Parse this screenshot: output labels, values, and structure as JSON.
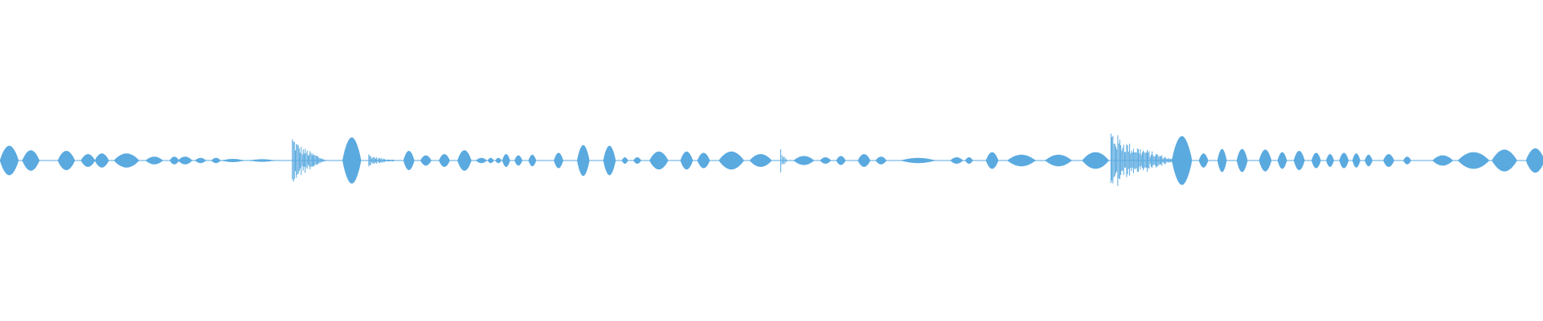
{
  "waveform": {
    "color": "#5aaae0",
    "background": "#ffffff",
    "amplitude_scale": "relative 0-1",
    "segments": [
      {
        "kind": "blob",
        "center": 0.006,
        "width": 0.012,
        "amp": 0.23
      },
      {
        "kind": "blob",
        "center": 0.02,
        "width": 0.011,
        "amp": 0.16
      },
      {
        "kind": "blob",
        "center": 0.043,
        "width": 0.011,
        "amp": 0.15
      },
      {
        "kind": "blob",
        "center": 0.057,
        "width": 0.009,
        "amp": 0.1
      },
      {
        "kind": "blob",
        "center": 0.066,
        "width": 0.009,
        "amp": 0.11
      },
      {
        "kind": "blob",
        "center": 0.082,
        "width": 0.016,
        "amp": 0.11
      },
      {
        "kind": "blob",
        "center": 0.1,
        "width": 0.011,
        "amp": 0.06
      },
      {
        "kind": "blob",
        "center": 0.113,
        "width": 0.006,
        "amp": 0.06
      },
      {
        "kind": "blob",
        "center": 0.12,
        "width": 0.009,
        "amp": 0.06
      },
      {
        "kind": "blob",
        "center": 0.13,
        "width": 0.007,
        "amp": 0.04
      },
      {
        "kind": "blob",
        "center": 0.14,
        "width": 0.006,
        "amp": 0.04
      },
      {
        "kind": "blob",
        "center": 0.151,
        "width": 0.014,
        "amp": 0.025
      },
      {
        "kind": "blob",
        "center": 0.17,
        "width": 0.016,
        "amp": 0.02
      },
      {
        "kind": "burst",
        "center": 0.2,
        "width": 0.021,
        "amp": 0.5
      },
      {
        "kind": "blob",
        "center": 0.228,
        "width": 0.012,
        "amp": 0.36
      },
      {
        "kind": "burst",
        "center": 0.247,
        "width": 0.016,
        "amp": 0.13
      },
      {
        "kind": "blob",
        "center": 0.265,
        "width": 0.007,
        "amp": 0.15
      },
      {
        "kind": "blob",
        "center": 0.276,
        "width": 0.007,
        "amp": 0.08
      },
      {
        "kind": "blob",
        "center": 0.288,
        "width": 0.007,
        "amp": 0.1
      },
      {
        "kind": "blob",
        "center": 0.301,
        "width": 0.009,
        "amp": 0.16
      },
      {
        "kind": "blob",
        "center": 0.312,
        "width": 0.007,
        "amp": 0.04
      },
      {
        "kind": "blob",
        "center": 0.318,
        "width": 0.004,
        "amp": 0.04
      },
      {
        "kind": "blob",
        "center": 0.323,
        "width": 0.004,
        "amp": 0.04
      },
      {
        "kind": "blob",
        "center": 0.328,
        "width": 0.005,
        "amp": 0.1
      },
      {
        "kind": "blob",
        "center": 0.336,
        "width": 0.005,
        "amp": 0.08
      },
      {
        "kind": "blob",
        "center": 0.345,
        "width": 0.005,
        "amp": 0.09
      },
      {
        "kind": "blob",
        "center": 0.362,
        "width": 0.006,
        "amp": 0.12
      },
      {
        "kind": "blob",
        "center": 0.378,
        "width": 0.008,
        "amp": 0.24
      },
      {
        "kind": "blob",
        "center": 0.395,
        "width": 0.008,
        "amp": 0.23
      },
      {
        "kind": "blob",
        "center": 0.405,
        "width": 0.004,
        "amp": 0.05
      },
      {
        "kind": "blob",
        "center": 0.413,
        "width": 0.005,
        "amp": 0.05
      },
      {
        "kind": "blob",
        "center": 0.427,
        "width": 0.012,
        "amp": 0.14
      },
      {
        "kind": "blob",
        "center": 0.445,
        "width": 0.008,
        "amp": 0.14
      },
      {
        "kind": "blob",
        "center": 0.456,
        "width": 0.008,
        "amp": 0.12
      },
      {
        "kind": "blob",
        "center": 0.474,
        "width": 0.016,
        "amp": 0.14
      },
      {
        "kind": "blob",
        "center": 0.493,
        "width": 0.014,
        "amp": 0.1
      },
      {
        "kind": "burst",
        "center": 0.508,
        "width": 0.004,
        "amp": 0.28
      },
      {
        "kind": "blob",
        "center": 0.521,
        "width": 0.013,
        "amp": 0.07
      },
      {
        "kind": "blob",
        "center": 0.535,
        "width": 0.007,
        "amp": 0.05
      },
      {
        "kind": "blob",
        "center": 0.545,
        "width": 0.006,
        "amp": 0.07
      },
      {
        "kind": "blob",
        "center": 0.56,
        "width": 0.008,
        "amp": 0.1
      },
      {
        "kind": "blob",
        "center": 0.571,
        "width": 0.007,
        "amp": 0.06
      },
      {
        "kind": "blob",
        "center": 0.595,
        "width": 0.022,
        "amp": 0.04
      },
      {
        "kind": "blob",
        "center": 0.62,
        "width": 0.008,
        "amp": 0.05
      },
      {
        "kind": "blob",
        "center": 0.628,
        "width": 0.005,
        "amp": 0.05
      },
      {
        "kind": "blob",
        "center": 0.643,
        "width": 0.008,
        "amp": 0.13
      },
      {
        "kind": "blob",
        "center": 0.662,
        "width": 0.018,
        "amp": 0.09
      },
      {
        "kind": "blob",
        "center": 0.686,
        "width": 0.017,
        "amp": 0.09
      },
      {
        "kind": "blob",
        "center": 0.71,
        "width": 0.017,
        "amp": 0.13
      },
      {
        "kind": "burst",
        "center": 0.74,
        "width": 0.04,
        "amp": 0.62
      },
      {
        "kind": "blob",
        "center": 0.766,
        "width": 0.013,
        "amp": 0.38
      },
      {
        "kind": "blob",
        "center": 0.78,
        "width": 0.006,
        "amp": 0.11
      },
      {
        "kind": "blob",
        "center": 0.792,
        "width": 0.006,
        "amp": 0.18
      },
      {
        "kind": "blob",
        "center": 0.805,
        "width": 0.007,
        "amp": 0.18
      },
      {
        "kind": "blob",
        "center": 0.82,
        "width": 0.008,
        "amp": 0.17
      },
      {
        "kind": "blob",
        "center": 0.831,
        "width": 0.006,
        "amp": 0.13
      },
      {
        "kind": "blob",
        "center": 0.842,
        "width": 0.007,
        "amp": 0.15
      },
      {
        "kind": "blob",
        "center": 0.853,
        "width": 0.006,
        "amp": 0.12
      },
      {
        "kind": "blob",
        "center": 0.862,
        "width": 0.005,
        "amp": 0.1
      },
      {
        "kind": "blob",
        "center": 0.871,
        "width": 0.006,
        "amp": 0.12
      },
      {
        "kind": "blob",
        "center": 0.879,
        "width": 0.005,
        "amp": 0.11
      },
      {
        "kind": "blob",
        "center": 0.887,
        "width": 0.005,
        "amp": 0.09
      },
      {
        "kind": "blob",
        "center": 0.9,
        "width": 0.007,
        "amp": 0.1
      },
      {
        "kind": "blob",
        "center": 0.912,
        "width": 0.005,
        "amp": 0.06
      },
      {
        "kind": "blob",
        "center": 0.935,
        "width": 0.013,
        "amp": 0.08
      },
      {
        "kind": "blob",
        "center": 0.955,
        "width": 0.02,
        "amp": 0.13
      },
      {
        "kind": "blob",
        "center": 0.975,
        "width": 0.016,
        "amp": 0.17
      },
      {
        "kind": "blob",
        "center": 0.995,
        "width": 0.012,
        "amp": 0.19
      }
    ]
  }
}
